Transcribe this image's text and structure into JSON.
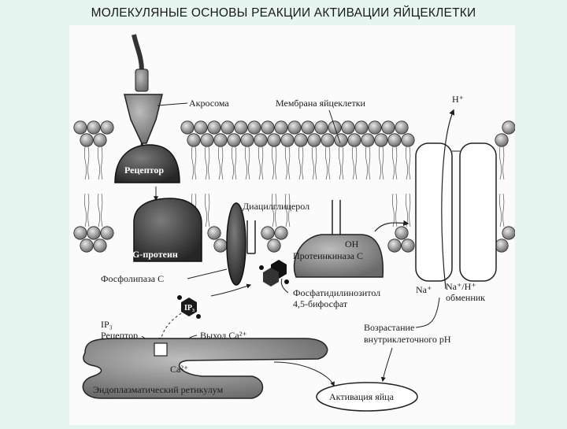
{
  "title": "МОЛЕКУЛЯНЫЕ ОСНОВЫ РЕАКЦИИ АКТИВАЦИИ ЯЙЦЕКЛЕТКИ",
  "diagram": {
    "acrosome": "Акросома",
    "membrane": "Мембрана яйцеклетки",
    "proton": "H⁺",
    "receptor": "Рецептор",
    "diacylglycerol": "Диацилглицерол",
    "g_protein": "G-протеин",
    "oh": "OH",
    "protein_kinase": "Протеинкиназа С",
    "phospholipase": "Фосфолипаза С",
    "na_ion": "Na⁺",
    "exchanger_line1": "Na⁺/H⁺",
    "exchanger_line2": "обменник",
    "pip2_line1": "Фосфатидилинозитол",
    "pip2_line2": "4,5-бифосфат",
    "ip3": "IP₃",
    "ip3_receptor_line1": "IP₃",
    "ip3_receptor_line2": "Рецептор",
    "ca_release": "Выход Ca²⁺",
    "ph_line1": "Возрастание",
    "ph_line2": "внутриклеточного pH",
    "ca_ion": "Ca²⁺",
    "er": "Эндоплазматический ретикулум",
    "egg_activation": "Активация яйца"
  }
}
